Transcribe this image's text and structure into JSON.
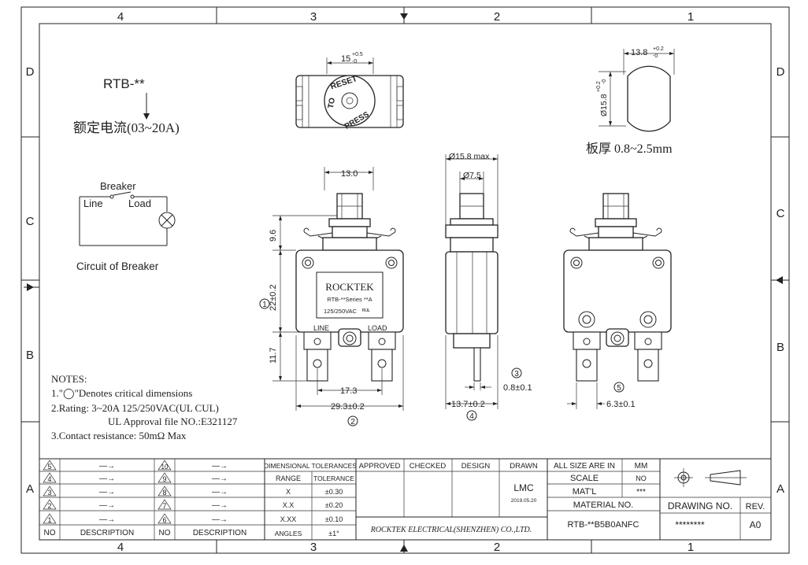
{
  "frame": {
    "columns": [
      "4",
      "3",
      "2",
      "1"
    ],
    "rows": [
      "D",
      "C",
      "B",
      "A"
    ]
  },
  "model": {
    "code": "RTB-**",
    "rating_label": "额定电流(03~20A)"
  },
  "top_view": {
    "dim_width": "15",
    "dim_width_tol_plus": "+0.5",
    "dim_width_tol_minus": "-0",
    "reset_text": "RESET",
    "to_text": "TO",
    "press_text": "PRESS"
  },
  "panel_cutout": {
    "dim_width": "13.8",
    "dim_width_tol_plus": "+0.2",
    "dim_width_tol_minus": "-0",
    "dim_diameter": "Ø15.8",
    "dim_diameter_tol_plus": "+0.2",
    "dim_diameter_tol_minus": "-0",
    "thickness_label": "板厚 0.8~2.5mm"
  },
  "circuit": {
    "breaker_label": "Breaker",
    "line_label": "Line",
    "load_label": "Load",
    "caption": "Circuit of Breaker"
  },
  "front_view": {
    "dim_top": "13.0",
    "dim_left_upper": "9.6",
    "dim_left_mid": "22±0.2",
    "dim_left_lower": "11.7",
    "marker_1": "1",
    "dim_bottom_inner": "17.3",
    "dim_bottom_outer": "29.3±0.2",
    "marker_2": "2",
    "brand": "ROCKTEK",
    "series_line": "RTB-**Series **A",
    "voltage_line": "125/250VAC",
    "ul_mark": "ᴿᵁᴸ",
    "line_label": "LINE",
    "load_label": "LOAD"
  },
  "side_view": {
    "dim_outer_dia": "Ø15.8 max",
    "dim_inner_dia": "Ø7.5",
    "marker_3": "3",
    "dim_thickness": "0.8±0.1",
    "dim_bottom": "13.7±0.2",
    "marker_4": "4"
  },
  "rear_view": {
    "marker_5": "5",
    "dim_bottom": "6.3±0.1"
  },
  "notes": {
    "heading": "NOTES:",
    "line1": "1.\"◯\"Denotes critical dimensions",
    "line2": "2.Rating: 3~20A  125/250VAC(UL CUL)",
    "line3": "UL Approval file NO.:E321127",
    "line4": "3.Contact resistance: 50mΩ  Max"
  },
  "title_block": {
    "rev_markers_left": [
      "5",
      "4",
      "3",
      "2",
      "1"
    ],
    "rev_markers_right": [
      "10",
      "9",
      "8",
      "7",
      "6"
    ],
    "arrow": "—→",
    "no_label": "NO",
    "description_label": "DESCRIPTION",
    "dimensional_tolerances": "DIMENSIONAL  TOLERANCES",
    "range_label": "RANGE",
    "tolerance_label": "TOLERANCE",
    "tol_rows": [
      {
        "range": "X",
        "tol": "±0.30"
      },
      {
        "range": "X.X",
        "tol": "±0.20"
      },
      {
        "range": "X.XX",
        "tol": "±0.10"
      },
      {
        "range": "ANGLES",
        "tol": "±1°"
      }
    ],
    "approved": "APPROVED",
    "checked": "CHECKED",
    "design": "DESIGN",
    "drawn": "DRAWN",
    "drawn_by": "LMC",
    "drawn_date": "2019.05.20",
    "all_size_label": "ALL SIZE ARE IN",
    "all_size_value": "MM",
    "scale_label": "SCALE",
    "scale_value": "NO",
    "matl_label": "MAT'L",
    "matl_value": "***",
    "material_no_label": "MATERIAL  NO.",
    "material_no_value": "RTB-**B5B0ANFC",
    "company": "ROCKTEK ELECTRICAL(SHENZHEN) CO.,LTD.",
    "drawing_no_label": "DRAWING  NO.",
    "drawing_no_value": "********",
    "rev_label": "REV.",
    "rev_value": "A0"
  }
}
